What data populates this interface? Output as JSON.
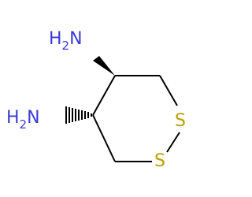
{
  "molecule": {
    "atoms": {
      "nh2_top": {
        "label": "H",
        "sub": "2",
        "prefix": "",
        "element": "N",
        "text": "N",
        "color": "#3b3bd6"
      },
      "nh2_bottom": {
        "label": "H",
        "sub": "2",
        "element": "N",
        "text": "N",
        "color": "#3b3bd6"
      },
      "s_top": {
        "text": "S",
        "element": "S",
        "color": "#b5a100"
      },
      "s_bottom": {
        "text": "S",
        "element": "S",
        "color": "#b5a100"
      }
    },
    "bond_color": "#000000"
  }
}
